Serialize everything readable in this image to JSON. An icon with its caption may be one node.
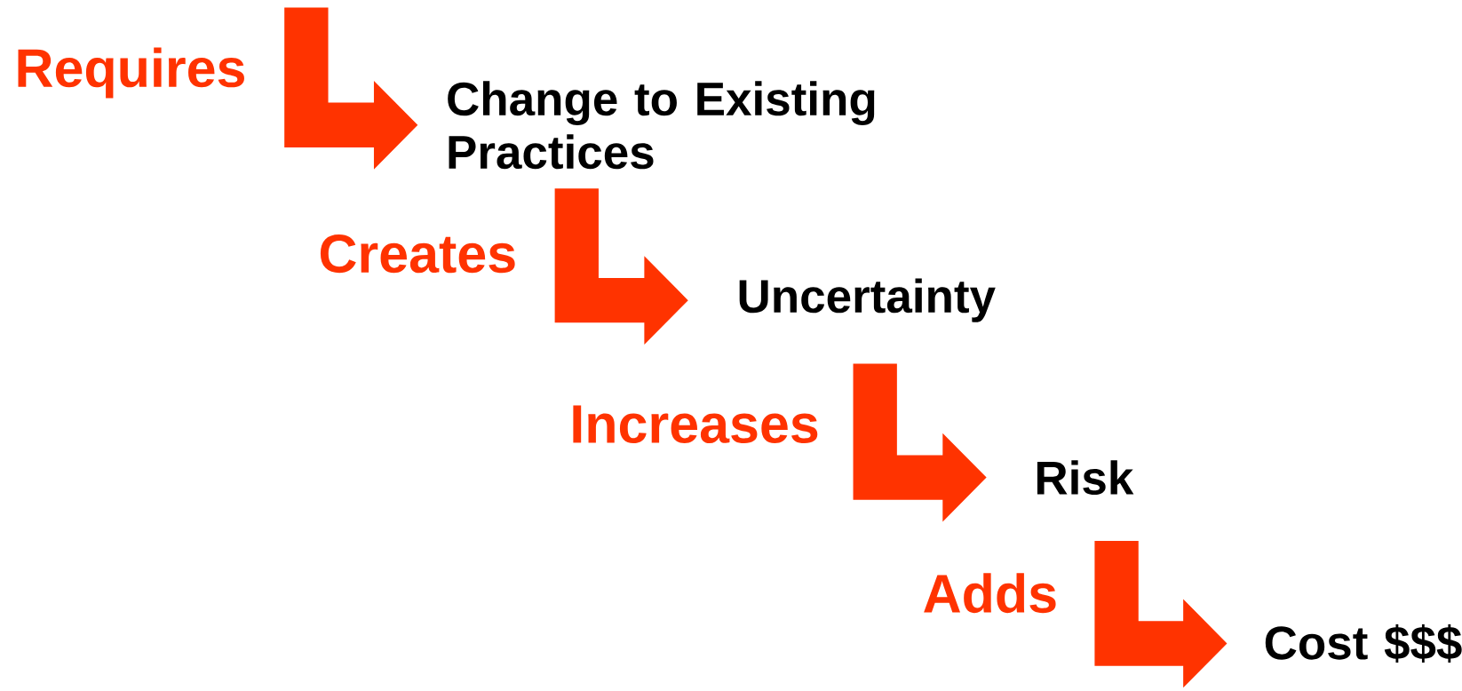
{
  "diagram": {
    "nodes": [
      {
        "text": [
          "Change to Existing Practices"
        ]
      },
      {
        "text": [
          "Uncertainty"
        ]
      },
      {
        "text": [
          "Risk"
        ]
      },
      {
        "text": [
          "Cost $$$"
        ]
      }
    ],
    "edges": [
      {
        "from": null,
        "to": 0,
        "arrow": "to",
        "label": "Requires"
      },
      {
        "from": 0,
        "to": 1,
        "arrow": "to",
        "label": "Creates"
      },
      {
        "from": 1,
        "to": 2,
        "arrow": "to",
        "label": "Increases"
      },
      {
        "from": 2,
        "to": 3,
        "arrow": "to",
        "label": "Adds"
      }
    ]
  }
}
